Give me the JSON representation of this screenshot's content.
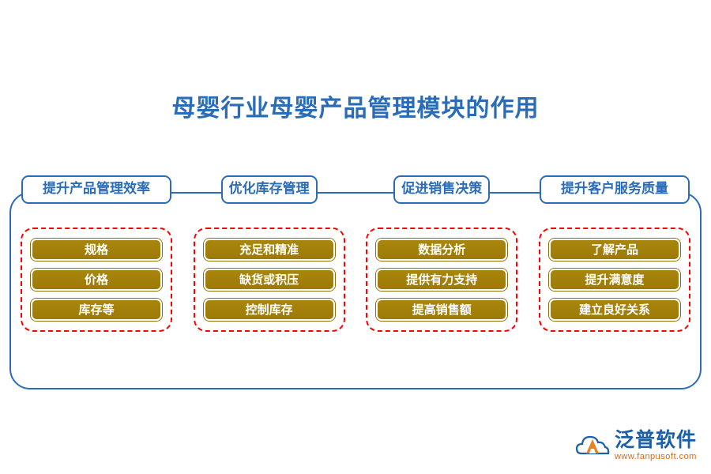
{
  "page": {
    "title": "母婴行业母婴产品管理模块的作用",
    "accent_blue": "#2b6cb8",
    "dashed_red": "#ff0000",
    "item_gold": "#a5820a"
  },
  "columns": [
    {
      "header": "提升产品管理效率",
      "items": [
        "规格",
        "价格",
        "库存等"
      ]
    },
    {
      "header": "优化库存管理",
      "items": [
        "充足和精准",
        "缺货或积压",
        "控制库存"
      ]
    },
    {
      "header": "促进销售决策",
      "items": [
        "数据分析",
        "提供有力支持",
        "提高销售额"
      ]
    },
    {
      "header": "提升客户服务质量",
      "items": [
        "了解产品",
        "提升满意度",
        "建立良好关系"
      ]
    }
  ],
  "logo": {
    "name": "泛普软件",
    "url": "www.fanpusoft.com",
    "mark": "cloud-logo-icon"
  }
}
